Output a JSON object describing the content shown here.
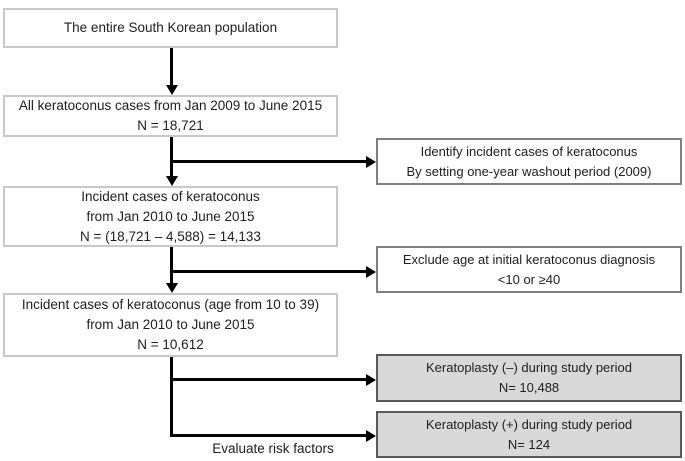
{
  "diagram": {
    "title_semantic": "Keratoconus study population flowchart",
    "colors": {
      "background": "#ffffff",
      "main_box_border": "#c8c8c8",
      "side_box_border": "#7f7f7f",
      "gray_box_fill": "#d9d9d9",
      "gray_box_border": "#595959",
      "arrow": "#000000",
      "text": "#202020"
    },
    "main_boxes": [
      {
        "id": "population",
        "lines": [
          "The entire South Korean population"
        ]
      },
      {
        "id": "all-cases",
        "lines": [
          "All keratoconus cases from Jan 2009 to June 2015",
          "N = 18,721"
        ]
      },
      {
        "id": "incident-cases",
        "lines": [
          "Incident cases of keratoconus",
          "from Jan 2010 to June 2015",
          "N = (18,721 – 4,588) = 14,133"
        ]
      },
      {
        "id": "incident-cases-age",
        "lines": [
          "Incident cases of keratoconus (age from 10 to 39)",
          "from Jan 2010 to June 2015",
          "N = 10,612"
        ]
      }
    ],
    "side_boxes": [
      {
        "id": "identify-incident",
        "style": "white",
        "lines": [
          "Identify incident cases of keratoconus",
          "By setting one-year washout period (2009)"
        ]
      },
      {
        "id": "exclude-age",
        "style": "white",
        "lines": [
          "Exclude age at initial keratoconus diagnosis",
          "<10 or ≥40"
        ]
      },
      {
        "id": "keratoplasty-negative",
        "style": "gray",
        "lines": [
          "Keratoplasty (–) during study period",
          "N= 10,488"
        ]
      },
      {
        "id": "keratoplasty-positive",
        "style": "gray",
        "lines": [
          "Keratoplasty (+) during study period",
          "N= 124"
        ]
      }
    ],
    "annotation": "Evaluate risk factors"
  }
}
